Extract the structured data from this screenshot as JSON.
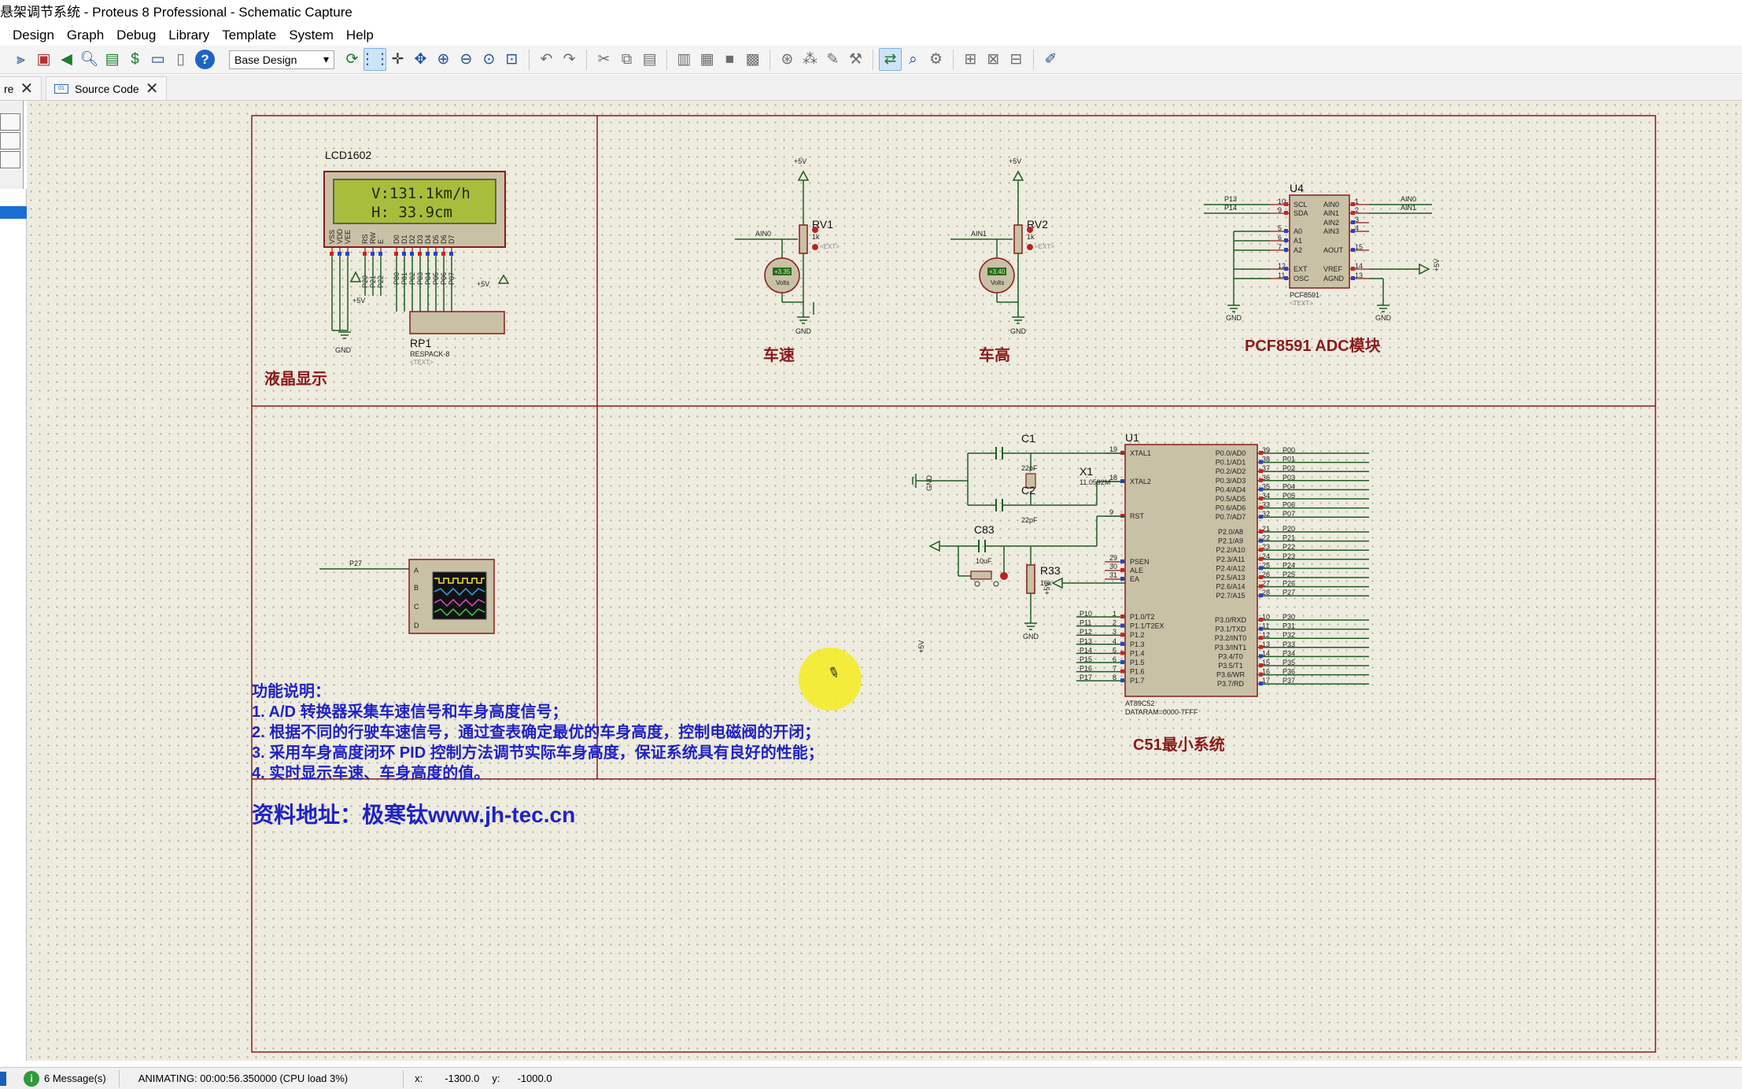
{
  "window": {
    "title": "悬架调节系统 - Proteus 8 Professional - Schematic Capture"
  },
  "menu": {
    "items": [
      "Design",
      "Graph",
      "Debug",
      "Library",
      "Template",
      "System",
      "Help"
    ]
  },
  "toolbar": {
    "design_select": "Base Design"
  },
  "tabs": [
    {
      "label": "re",
      "active": false
    },
    {
      "label": "Source Code",
      "active": true
    }
  ],
  "schematic": {
    "lcd": {
      "name": "LCD1602",
      "line1": "V:131.1km/h",
      "line2": "H: 33.9cm",
      "pins": [
        "VSS",
        "VDD",
        "VEE",
        "RS",
        "RW",
        "E",
        "D0",
        "D1",
        "D2",
        "D3",
        "D4",
        "D5",
        "D6",
        "D7"
      ],
      "ctrl_nets": [
        "P20",
        "P21",
        "P22"
      ],
      "data_nets": [
        "P00",
        "P01",
        "P02",
        "P03",
        "P04",
        "P05",
        "P06",
        "P07"
      ],
      "supply": "+5V",
      "gnd": "GND"
    },
    "respack": {
      "name": "RP1",
      "type": "RESPACK-8",
      "text": "<TEXT>",
      "supply": "+5V"
    },
    "section_lcd": "液晶显示",
    "rv1": {
      "name": "RV1",
      "value": "1k",
      "net": "AIN0",
      "ext": "<EXT>",
      "voltmeter": "+3.35",
      "unit": "Volts",
      "supply": "+5V",
      "gnd": "GND"
    },
    "rv2": {
      "name": "RV2",
      "value": "1k",
      "net": "AIN1",
      "ext": "<EXT>",
      "voltmeter": "+3.40",
      "unit": "Volts",
      "supply": "+5V",
      "gnd": "GND"
    },
    "section_speed": "车速",
    "section_height": "车高",
    "pcf": {
      "name": "U4",
      "type": "PCF8591",
      "text": "<TEXT>",
      "left_pins": [
        "SCL",
        "SDA",
        "A0",
        "A1",
        "A2",
        "EXT",
        "OSC"
      ],
      "left_nums": [
        "10",
        "9",
        "5",
        "6",
        "7",
        "12",
        "11"
      ],
      "right_pins": [
        "AIN0",
        "AIN1",
        "AIN2",
        "AIN3",
        "AOUT",
        "VREF",
        "AGND"
      ],
      "right_nums": [
        "1",
        "2",
        "3",
        "4",
        "15",
        "14",
        "13"
      ],
      "nets_left": [
        "P13",
        "P14"
      ],
      "nets_right": [
        "AIN0",
        "AIN1"
      ],
      "supply": "+5V",
      "gnd": "GND"
    },
    "section_adc": "PCF8591 ADC模块",
    "scope": {
      "net": "P27",
      "channels": [
        "A",
        "B",
        "C",
        "D"
      ]
    },
    "mcu": {
      "name": "U1",
      "type": "AT89C52",
      "dataram": "DATARAM=0000-7FFF",
      "left_pins": [
        "XTAL1",
        "XTAL2",
        "RST",
        "PSEN",
        "ALE",
        "EA"
      ],
      "left_nums": [
        "19",
        "18",
        "9",
        "29",
        "30",
        "31"
      ],
      "p1_pins": [
        "P1.0/T2",
        "P1.1/T2EX",
        "P1.2",
        "P1.3",
        "P1.4",
        "P1.5",
        "P1.6",
        "P1.7"
      ],
      "p1_nets": [
        "P10",
        "P11",
        "P12",
        "P13",
        "P14",
        "P15",
        "P16",
        "P17"
      ],
      "p1_nums": [
        "1",
        "2",
        "3",
        "4",
        "5",
        "6",
        "7",
        "8"
      ],
      "p0_pins": [
        "P0.0/AD0",
        "P0.1/AD1",
        "P0.2/AD2",
        "P0.3/AD3",
        "P0.4/AD4",
        "P0.5/AD5",
        "P0.6/AD6",
        "P0.7/AD7"
      ],
      "p0_nets": [
        "P00",
        "P01",
        "P02",
        "P03",
        "P04",
        "P05",
        "P06",
        "P07"
      ],
      "p0_nums": [
        "39",
        "38",
        "37",
        "36",
        "35",
        "34",
        "33",
        "32"
      ],
      "p2_pins": [
        "P2.0/A8",
        "P2.1/A9",
        "P2.2/A10",
        "P2.3/A11",
        "P2.4/A12",
        "P2.5/A13",
        "P2.6/A14",
        "P2.7/A15"
      ],
      "p2_nets": [
        "P20",
        "P21",
        "P22",
        "P23",
        "P24",
        "P25",
        "P26",
        "P27"
      ],
      "p2_nums": [
        "21",
        "22",
        "23",
        "24",
        "25",
        "26",
        "27",
        "28"
      ],
      "p3_pins": [
        "P3.0/RXD",
        "P3.1/TXD",
        "P3.2/INT0",
        "P3.3/INT1",
        "P3.4/T0",
        "P3.5/T1",
        "P3.6/WR",
        "P3.7/RD"
      ],
      "p3_nets": [
        "P30",
        "P31",
        "P32",
        "P33",
        "P34",
        "P35",
        "P36",
        "P37"
      ],
      "p3_nums": [
        "10",
        "11",
        "12",
        "13",
        "14",
        "15",
        "16",
        "17"
      ],
      "ea_supply": "+5V"
    },
    "c1": {
      "name": "C1",
      "value": "22pF"
    },
    "c2": {
      "name": "C2",
      "value": "22pF"
    },
    "x1": {
      "name": "X1",
      "value": "11.0592M"
    },
    "c83": {
      "name": "C83",
      "value": "10uF"
    },
    "r33": {
      "name": "R33",
      "value": "10k"
    },
    "rst_supply": "+5V",
    "gnd": "GND",
    "section_mcu": "C51最小系统",
    "notes": {
      "heading": "功能说明：",
      "lines": [
        "1. A/D 转换器采集车速信号和车身高度信号；",
        "2. 根据不同的行驶车速信号，通过查表确定最优的车身高度，控制电磁阀的开闭；",
        "3. 采用车身高度闭环 PID 控制方法调节实际车身高度，保证系统具有良好的性能；",
        "4. 实时显示车速、车身高度的值。"
      ],
      "link": "资料地址：极寒钛www.jh-tec.cn"
    }
  },
  "status": {
    "messages": "6 Message(s)",
    "animating": "ANIMATING: 00:00:56.350000 (CPU load 3%)",
    "x_label": "x:",
    "x_value": "-1300.0",
    "y_label": "y:",
    "y_value": "-1000.0"
  }
}
